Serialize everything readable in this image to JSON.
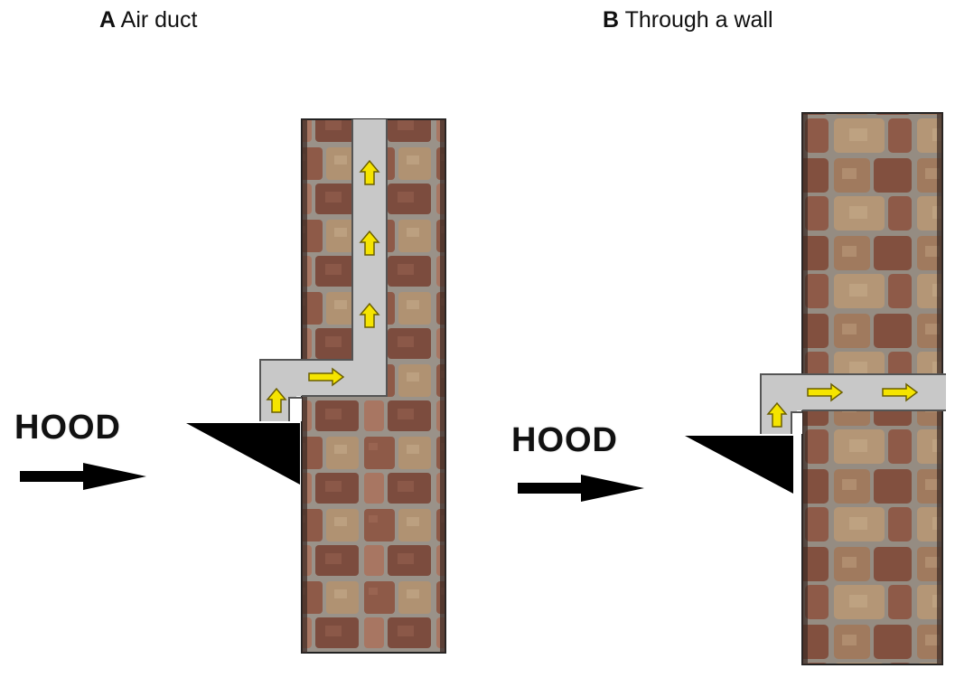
{
  "panels": [
    {
      "letter": "A",
      "title": "Air duct",
      "hood_label": "HOOD"
    },
    {
      "letter": "B",
      "title": "Through a wall",
      "hood_label": "HOOD"
    }
  ],
  "colors": {
    "duct": "#c8c8c8",
    "arrow_fill": "#f5e400",
    "arrow_stroke": "#8a7a00",
    "hood": "#000000",
    "mortar": "#9a9289",
    "brick_dark": "#7a4a3c",
    "brick_mid": "#9c6a56",
    "brick_light": "#b89a7a"
  },
  "icons": [
    "flow-arrow-icon",
    "hood-direction-arrow-icon"
  ]
}
